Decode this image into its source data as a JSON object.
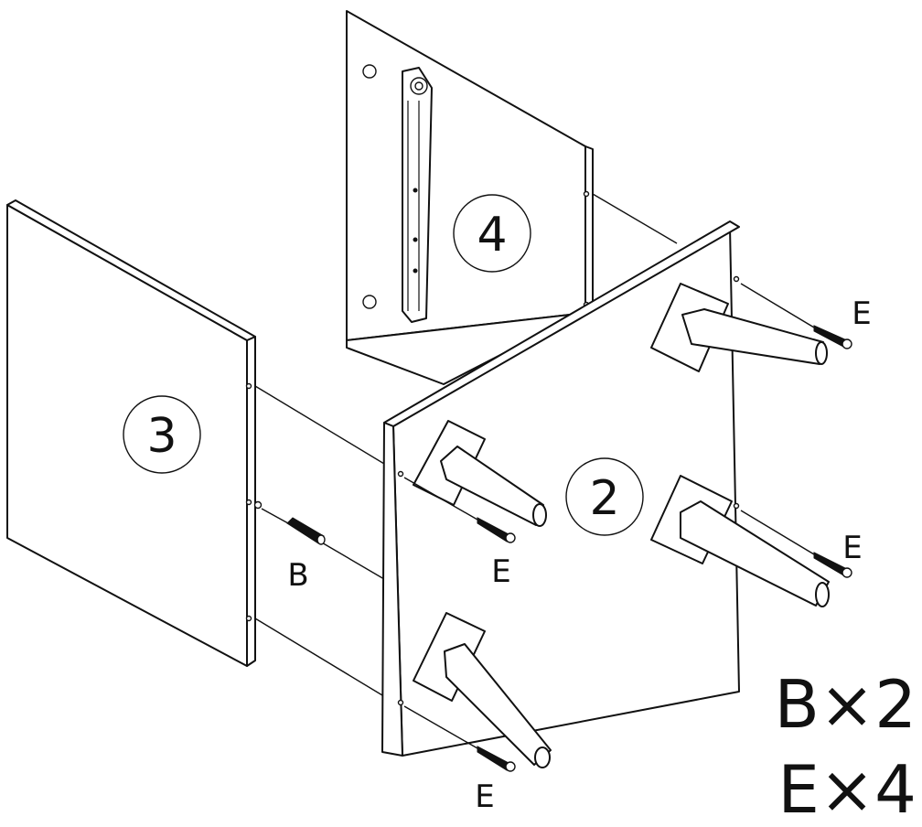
{
  "panels": [
    {
      "id": "panel-2",
      "label": "2"
    },
    {
      "id": "panel-3",
      "label": "3"
    },
    {
      "id": "panel-4",
      "label": "4"
    }
  ],
  "part_labels": {
    "dowel": "B",
    "screw": "E"
  },
  "parts_count": {
    "dowel": "B×2",
    "screw": "E×4"
  },
  "colors": {
    "line": "#111111",
    "background": "#ffffff"
  }
}
